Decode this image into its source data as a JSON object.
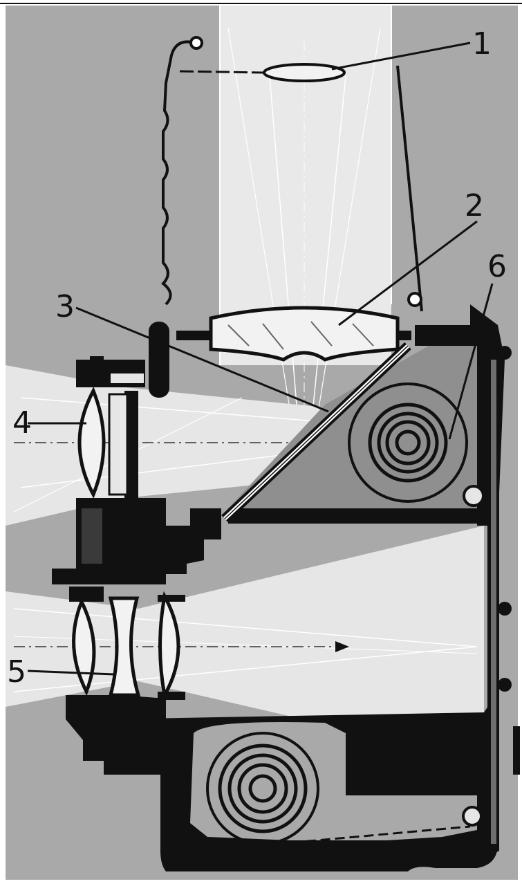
{
  "diagram": {
    "kind": "twin-lens reflex camera cross-section",
    "callouts": [
      {
        "id": "1",
        "text": "1"
      },
      {
        "id": "2",
        "text": "2"
      },
      {
        "id": "3",
        "text": "3"
      },
      {
        "id": "4",
        "text": "4"
      },
      {
        "id": "5",
        "text": "5"
      },
      {
        "id": "6",
        "text": "6"
      }
    ],
    "colors": {
      "background": "#a9a9a9",
      "light_beam": "#e6e6e6",
      "body": "#111111",
      "glass": "#f2f2f2",
      "mid_gray": "#9a9a9a"
    }
  }
}
